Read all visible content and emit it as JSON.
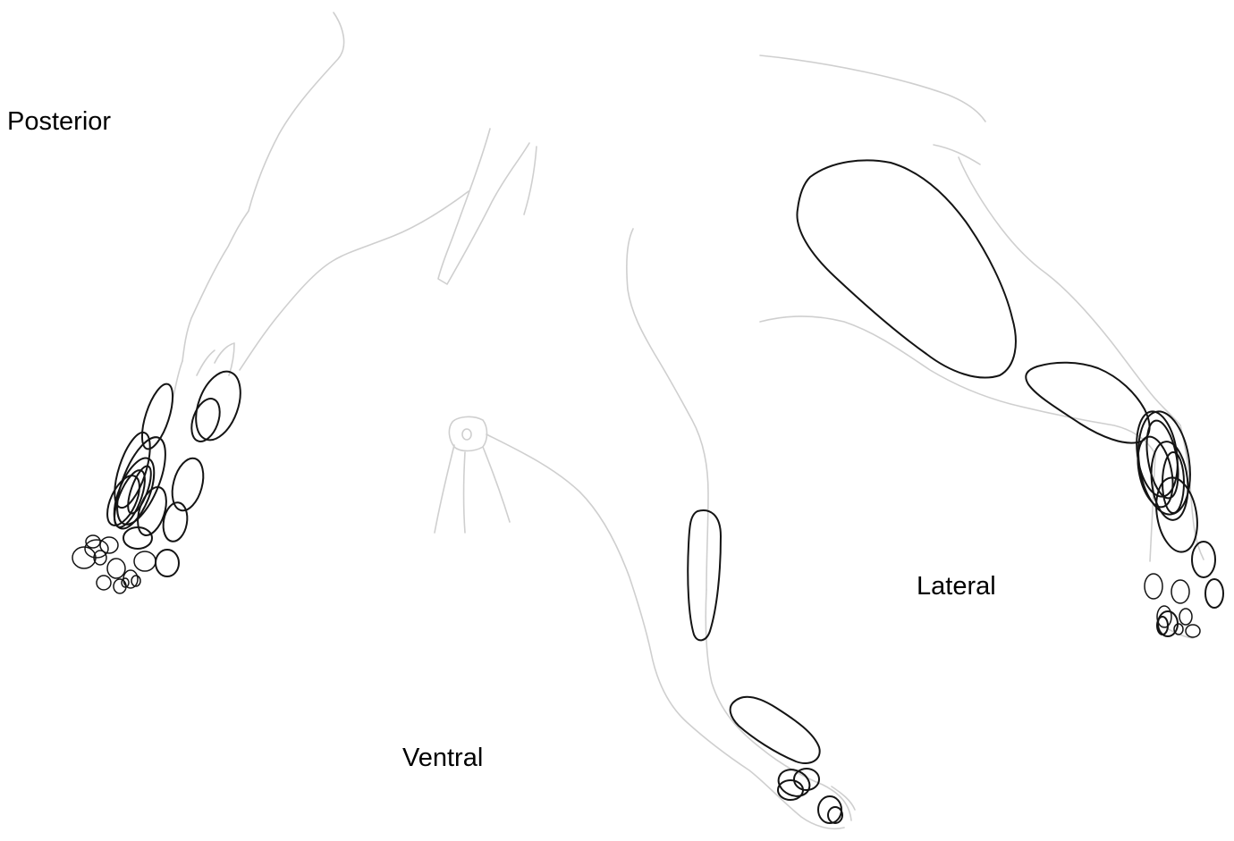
{
  "labels": {
    "posterior": "Posterior",
    "ventral": "Ventral",
    "lateral": "Lateral"
  },
  "colors": {
    "background": "#ffffff",
    "limb_outline": "#cfcfcf",
    "marked_region": "#141414",
    "label_text": "#000000"
  }
}
